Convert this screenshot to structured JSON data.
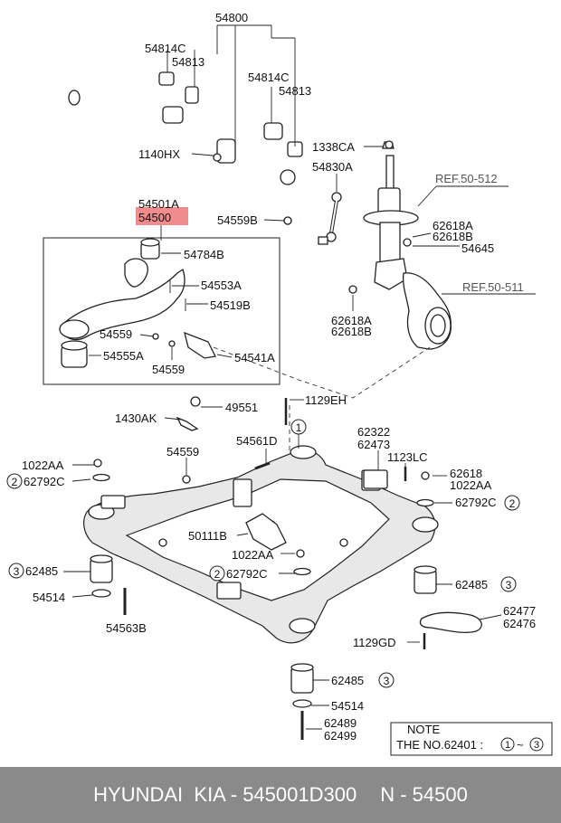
{
  "labels": {
    "l54800": "54800",
    "l54814C_a": "54814C",
    "l54813_a": "54813",
    "l54814C_b": "54814C",
    "l54813_b": "54813",
    "l1140HX": "1140HX",
    "l1338CA": "1338CA",
    "l54830A": "54830A",
    "ref512": "REF.50-512",
    "l54501A": "54501A",
    "l54500": "54500",
    "l54559B": "54559B",
    "l62618A_a": "62618A",
    "l62618B_a": "62618B",
    "l54645": "54645",
    "l54784B": "54784B",
    "ref511": "REF.50-511",
    "l54553A": "54553A",
    "l54519B": "54519B",
    "l62618A_b": "62618A",
    "l62618B_b": "62618B",
    "l54559_a": "54559",
    "l54555A": "54555A",
    "l54559_b": "54559",
    "l54541A": "54541A",
    "l1129EH": "1129EH",
    "l49551": "49551",
    "l1430AK": "1430AK",
    "l62322": "62322",
    "l62473": "62473",
    "l1022AA_a": "1022AA",
    "l54559_c": "54559",
    "l54561D": "54561D",
    "l1123LC": "1123LC",
    "l62792C_a": "62792C",
    "l62618_c": "62618",
    "l1022AA_b": "1022AA",
    "l62792C_b": "62792C",
    "l50111B": "50111B",
    "l1022AA_c": "1022AA",
    "l62485_a": "62485",
    "l62792C_c": "62792C",
    "l62485_b": "62485",
    "l54514_a": "54514",
    "l62477": "62477",
    "l62476": "62476",
    "l54563B": "54563B",
    "l1129GD": "1129GD",
    "l62485_c": "62485",
    "l54514_b": "54514",
    "l62489": "62489",
    "l62499": "62499"
  },
  "circled": {
    "c1_top": "1",
    "c2_left": "2",
    "c2_right": "2",
    "c2_mid": "2",
    "c3_left": "3",
    "c3_right": "3",
    "c3_bottom": "3"
  },
  "note": {
    "title": "NOTE",
    "text": "THE NO.62401 : ",
    "from": "1",
    "sep": "~",
    "to": "3"
  },
  "footer": {
    "part_ref": "HYUNDAI  KIA - 545001D300",
    "n_ref": "N - 54500"
  },
  "colors": {
    "highlight": "#f28b8b",
    "footer_bg": "#8a8a8a"
  }
}
